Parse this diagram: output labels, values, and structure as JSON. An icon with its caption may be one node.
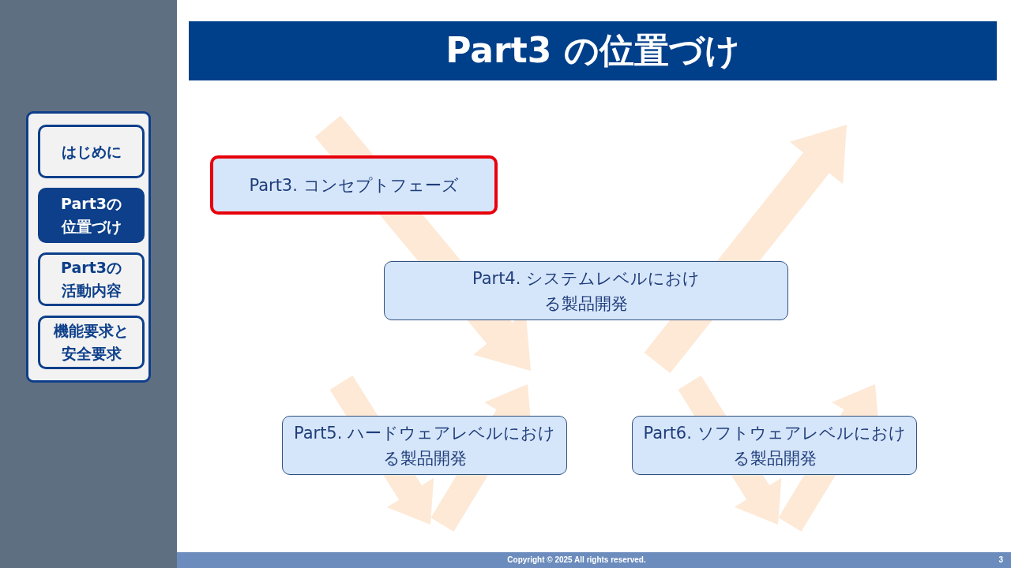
{
  "diagram": {
    "title": "Part3 の位置づけ",
    "nodes": [
      {
        "text": [],
        "shape": "box"
      },
      {
        "text": [
          "はじめに"
        ],
        "in": 0
      },
      {
        "text": [
          "Part3の位置づけ"
        ],
        "in": 0
      },
      {
        "text": [
          "Part3の活動内容"
        ],
        "in": 0
      },
      {
        "text": [
          "機能要求と安全要求"
        ],
        "in": 0
      },
      {
        "text": [
          "Part3. コンセプトフェーズ"
        ]
      },
      {
        "text": [
          "Part4. システムレベルにおける製品開発"
        ]
      },
      {
        "text": [
          "Part5. ハードウェアレベルにおける製品開発"
        ]
      },
      {
        "text": [
          "Part6. ソフトウェアレベルにおける製品開発"
        ]
      }
    ],
    "edges": [
      {
        "from": 5,
        "to": 6,
        "arrow": "to"
      }
    ],
    "labels": [
      "Copyright © 2025 All rights reserved.",
      "3"
    ]
  }
}
